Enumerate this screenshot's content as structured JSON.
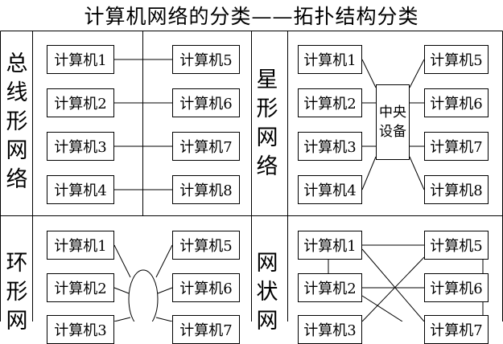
{
  "title": "计算机网络的分类——拓扑结构分类",
  "sections": [
    {
      "label": [
        "总",
        "线",
        "形",
        "网",
        "络"
      ],
      "computers": [
        "计算机1",
        "计算机2",
        "计算机3",
        "计算机4",
        "计算机5",
        "计算机6",
        "计算机7",
        "计算机8"
      ]
    },
    {
      "label": [
        "星",
        "形",
        "网",
        "络"
      ],
      "computers": [
        "计算机1",
        "计算机2",
        "计算机3",
        "计算机4",
        "计算机5",
        "计算机6",
        "计算机7",
        "计算机8"
      ],
      "center_device": "中央设备"
    },
    {
      "label": [
        "环",
        "形",
        "网"
      ],
      "computers": [
        "计算机1",
        "计算机2",
        "计算机3",
        "计算机5",
        "计算机6",
        "计算机7"
      ]
    },
    {
      "label": [
        "网",
        "状",
        "网"
      ],
      "computers": [
        "计算机1",
        "计算机2",
        "计算机3",
        "计算机5",
        "计算机6",
        "计算机7"
      ]
    }
  ]
}
